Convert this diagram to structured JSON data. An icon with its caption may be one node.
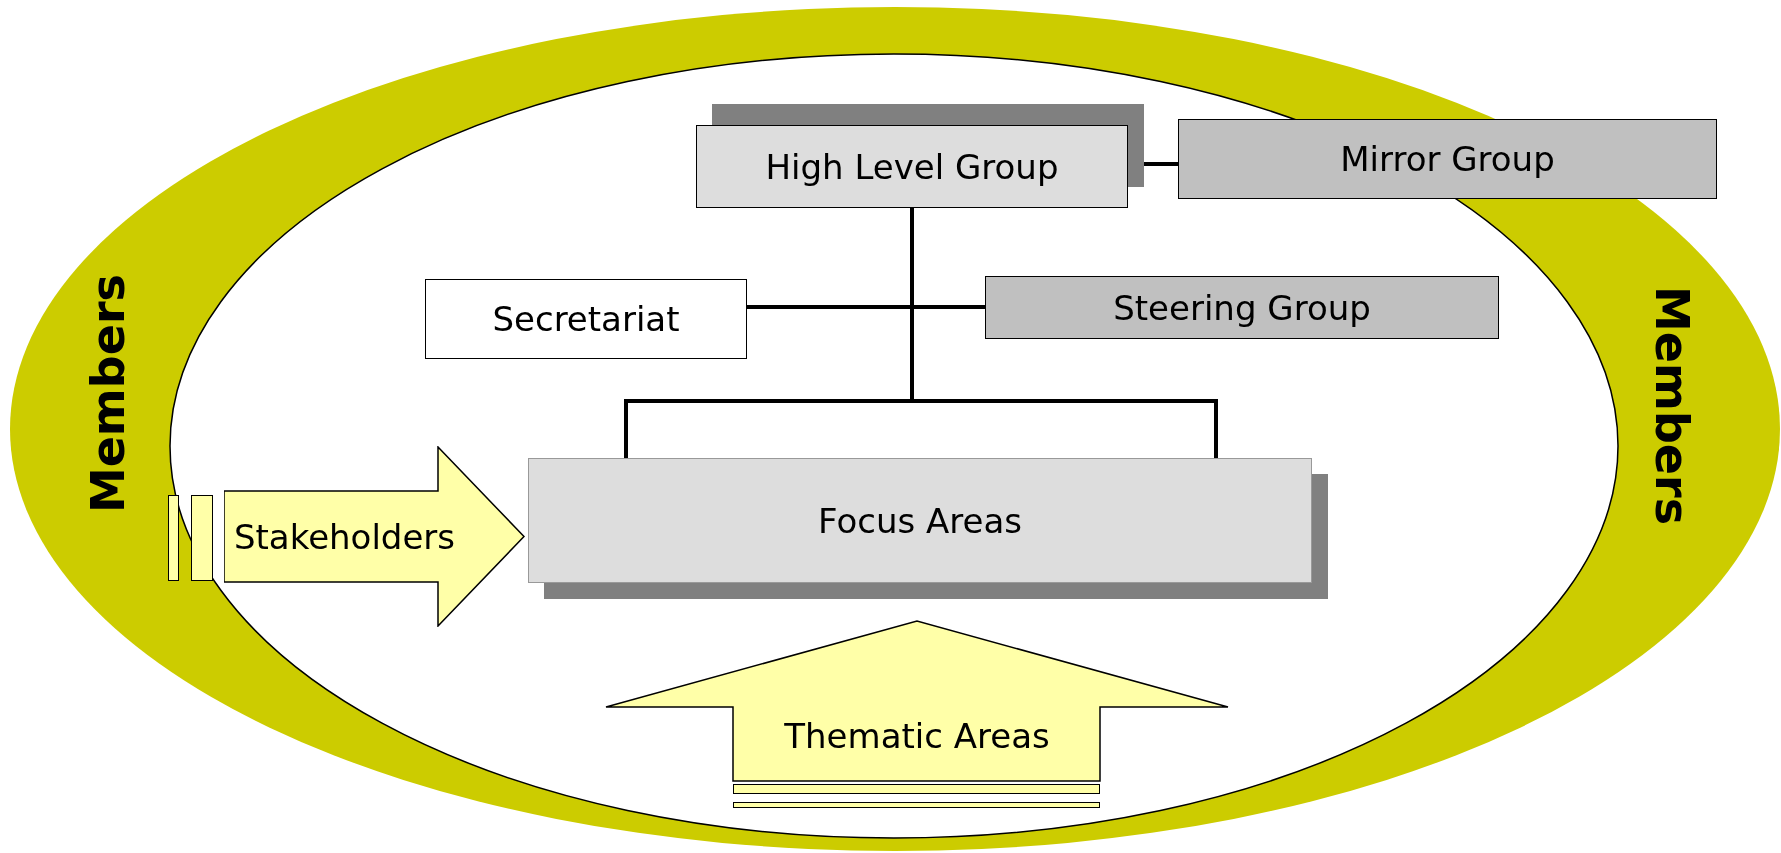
{
  "diagram": {
    "nodes": [
      {
        "text": [
          "Members",
          "Members"
        ]
      },
      {
        "text": [
          "High Level Group"
        ],
        "in": 0
      },
      {
        "text": [
          "Mirror Group"
        ],
        "in": 0
      },
      {
        "text": [
          "Secretariat"
        ],
        "in": 0
      },
      {
        "text": [
          "Steering Group"
        ],
        "in": 0
      },
      {
        "text": [
          "Focus Areas"
        ],
        "in": 0
      },
      {
        "text": [
          "Stakeholders"
        ],
        "in": 0
      },
      {
        "text": [
          "Thematic Areas"
        ],
        "in": 0
      }
    ],
    "edges": [
      {
        "from": 1,
        "to": 2,
        "arrow": "none"
      },
      {
        "from": 1,
        "to": 5,
        "arrow": "none"
      },
      {
        "from": 3,
        "to": 4,
        "arrow": "none"
      }
    ]
  }
}
